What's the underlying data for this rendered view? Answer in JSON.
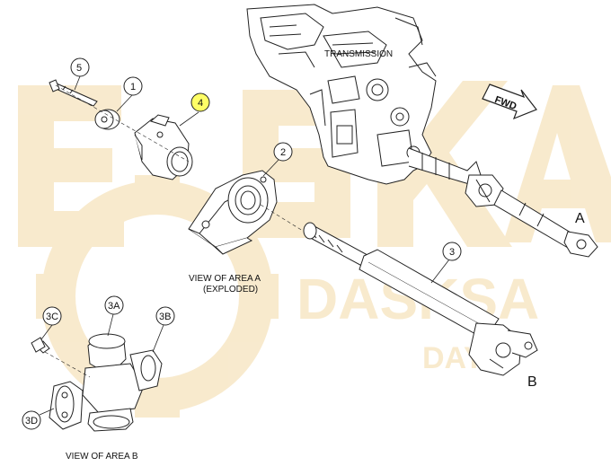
{
  "labels": {
    "transmission": "TRANSMISSION",
    "fwd": "FWD",
    "view_a_line1": "VIEW OF AREA A",
    "view_a_line2": "(EXPLODED)",
    "view_b": "VIEW OF AREA B",
    "area_a": "A",
    "area_b": "B"
  },
  "callouts": {
    "c1": "1",
    "c2": "2",
    "c3": "3",
    "c4": "4",
    "c5": "5",
    "c3a": "3A",
    "c3b": "3B",
    "c3c": "3C",
    "c3d": "3D"
  },
  "watermark": {
    "big_text": "ESKA",
    "small_text": "DASKSA",
    "sub_text": "DAYS",
    "color": "#f6e2b8"
  },
  "colors": {
    "line": "#222222",
    "highlight": "#ffff66"
  }
}
